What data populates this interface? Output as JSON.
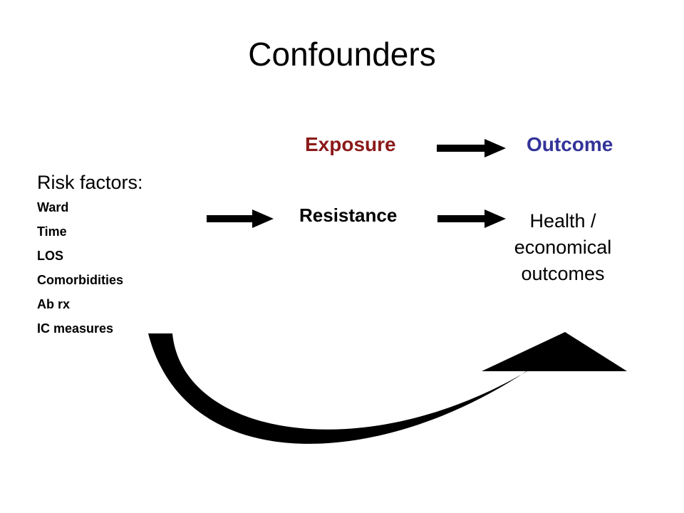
{
  "title": "Confounders",
  "header": {
    "exposure": "Exposure",
    "outcome": "Outcome"
  },
  "risk_factors": {
    "heading": "Risk factors:",
    "items": [
      "Ward",
      "Time",
      "LOS",
      "Comorbidities",
      "Ab rx",
      "IC measures"
    ]
  },
  "resistance": "Resistance",
  "outcome_text": {
    "line1": "Health /",
    "line2": "economical",
    "line3": "outcomes"
  },
  "colors": {
    "exposure": "#8b1a1a",
    "outcome": "#333399",
    "arrow": "#000000"
  }
}
